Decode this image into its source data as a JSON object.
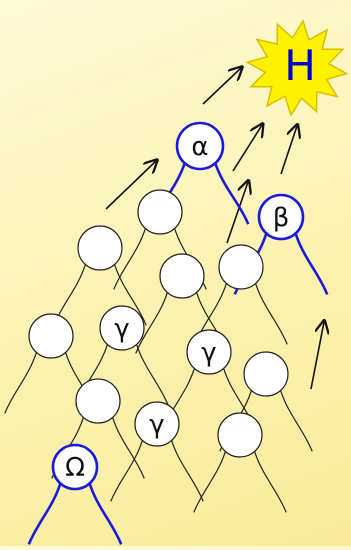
{
  "diagram": {
    "goal": {
      "label": "H",
      "fill": "#fff200",
      "stroke": "#d8bf00",
      "text_color": "#0000cc"
    },
    "nodes": [
      {
        "id": "alpha",
        "label": "α",
        "highlighted": true
      },
      {
        "id": "beta",
        "label": "β",
        "highlighted": true
      },
      {
        "id": "omega",
        "label": "Ω",
        "highlighted": true
      },
      {
        "id": "gamma-1",
        "label": "γ",
        "highlighted": false
      },
      {
        "id": "gamma-2",
        "label": "γ",
        "highlighted": false
      },
      {
        "id": "gamma-3",
        "label": "γ",
        "highlighted": false
      },
      {
        "id": "blank-1",
        "label": "",
        "highlighted": false
      },
      {
        "id": "blank-2",
        "label": "",
        "highlighted": false
      },
      {
        "id": "blank-3",
        "label": "",
        "highlighted": false
      },
      {
        "id": "blank-4",
        "label": "",
        "highlighted": false
      },
      {
        "id": "blank-5",
        "label": "",
        "highlighted": false
      },
      {
        "id": "blank-6",
        "label": "",
        "highlighted": false
      },
      {
        "id": "blank-7",
        "label": "",
        "highlighted": false
      },
      {
        "id": "blank-8",
        "label": "",
        "highlighted": false
      }
    ],
    "colors": {
      "highlight": "#1a1adc",
      "normal_stroke": "#222222",
      "node_fill": "#ffffff",
      "label": "#111111"
    },
    "arrow_icon": "up-right-arrow-icon"
  }
}
